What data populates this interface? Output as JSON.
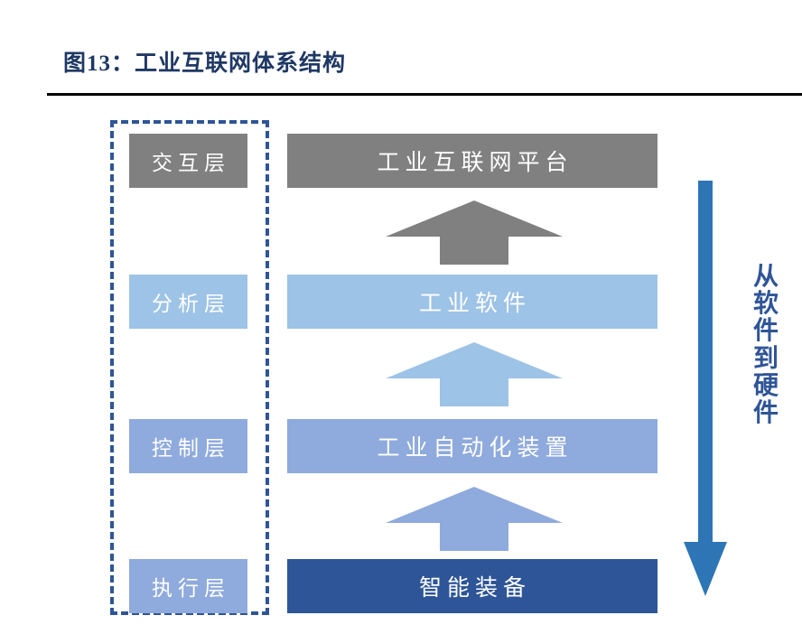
{
  "figure": {
    "title": "图13：工业互联网体系结构",
    "rule_color": "#000000",
    "title_color": "#1F3864"
  },
  "layer_group": {
    "border_color": "#2F5597",
    "border_style": "dashed",
    "items": [
      {
        "label": "交互层",
        "color": "#808080"
      },
      {
        "label": "分析层",
        "color": "#9DC3E6"
      },
      {
        "label": "控制层",
        "color": "#8FAADC"
      },
      {
        "label": "执行层",
        "color": "#8FAADC"
      }
    ]
  },
  "stack": {
    "items": [
      {
        "label": "工业互联网平台",
        "color": "#808080"
      },
      {
        "label": "工业软件",
        "color": "#9DC3E6"
      },
      {
        "label": "工业自动化装置",
        "color": "#8FAADC"
      },
      {
        "label": "智能装备",
        "color": "#2E5597"
      }
    ]
  },
  "arrows": {
    "up": [
      {
        "name": "platform-to-software",
        "color": "#808080"
      },
      {
        "name": "software-to-automation",
        "color": "#9DC3E6"
      },
      {
        "name": "automation-to-equipment",
        "color": "#8FAADC"
      }
    ],
    "side": {
      "direction": "down",
      "color": "#2E75B6",
      "label_chars": [
        "从",
        "软",
        "件",
        "到",
        "硬",
        "件"
      ],
      "label_text": "从软件到硬件"
    }
  }
}
